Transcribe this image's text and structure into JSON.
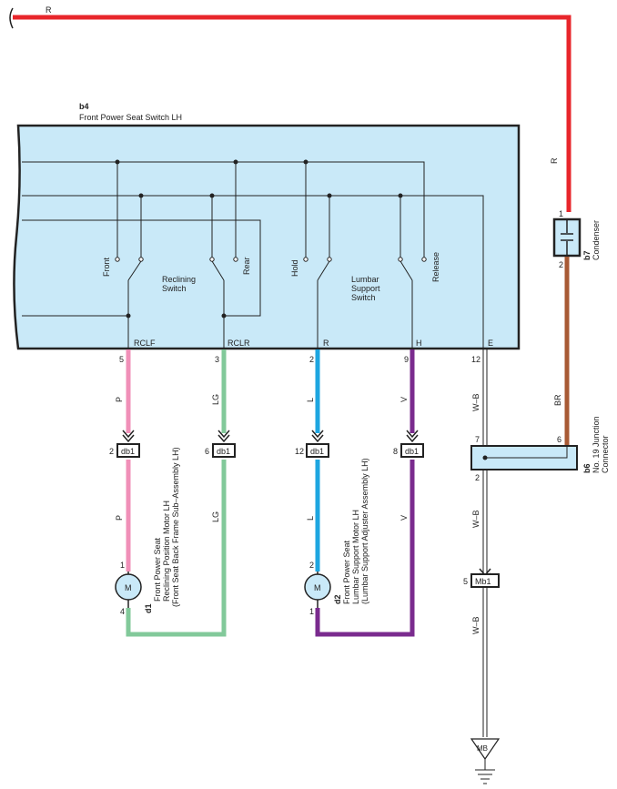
{
  "power": {
    "wire_code": "R"
  },
  "switch_box": {
    "code": "b4",
    "name": "Front Power Seat Switch LH",
    "reclining": {
      "name_line1": "Reclining",
      "name_line2": "Switch",
      "pos_front": "Front",
      "pos_rear": "Rear"
    },
    "lumbar": {
      "name_line1": "Lumbar",
      "name_line2": "Support",
      "name_line3": "Switch",
      "pos_hold": "Hold",
      "pos_release": "Release"
    },
    "terminals": [
      "RCLF",
      "RCLR",
      "R",
      "H",
      "E"
    ]
  },
  "pins": {
    "rclf": "5",
    "rclr": "3",
    "r": "2",
    "h": "9",
    "e": "12",
    "db1_a": "2",
    "db1_b": "6",
    "db1_c": "12",
    "db1_d": "8",
    "mb1": "5",
    "j_left": "7",
    "j_right": "6",
    "j_bottom": "2",
    "cond_top": "1",
    "cond_bottom": "2",
    "m1_top": "1",
    "m1_bottom": "4",
    "m2_top": "2",
    "m2_bottom": "1"
  },
  "wires": {
    "pink": "P",
    "lightgreen": "LG",
    "blue": "L",
    "violet": "V",
    "ground": "W–B",
    "brown": "BR",
    "red_vertical": "R"
  },
  "connectors": {
    "db1": "db1",
    "mb1": "Mb1",
    "ground": "MB"
  },
  "condenser": {
    "code": "b7",
    "name": "Condenser"
  },
  "junction": {
    "code": "b6",
    "name_line1": "No. 19 Junction",
    "name_line2": "Connector"
  },
  "motor1": {
    "symbol": "M",
    "code": "d1",
    "line1": "Front Power Seat",
    "line2": "Reclining Position Motor LH",
    "line3": "(Front Seat Back Frame Sub–Assembly LH)"
  },
  "motor2": {
    "symbol": "M",
    "code": "d2",
    "line1": "Front Power Seat",
    "line2": "Lumbar Support Motor LH",
    "line3": "(Lumbar Support Adjuster Assembly LH)"
  },
  "colors": {
    "red": "#e8262b",
    "pink": "#f090b8",
    "lightgreen": "#82c99a",
    "blue": "#1ea6e0",
    "violet": "#7a2b8e",
    "brown": "#a85a35",
    "box": "#c9e9f8"
  }
}
